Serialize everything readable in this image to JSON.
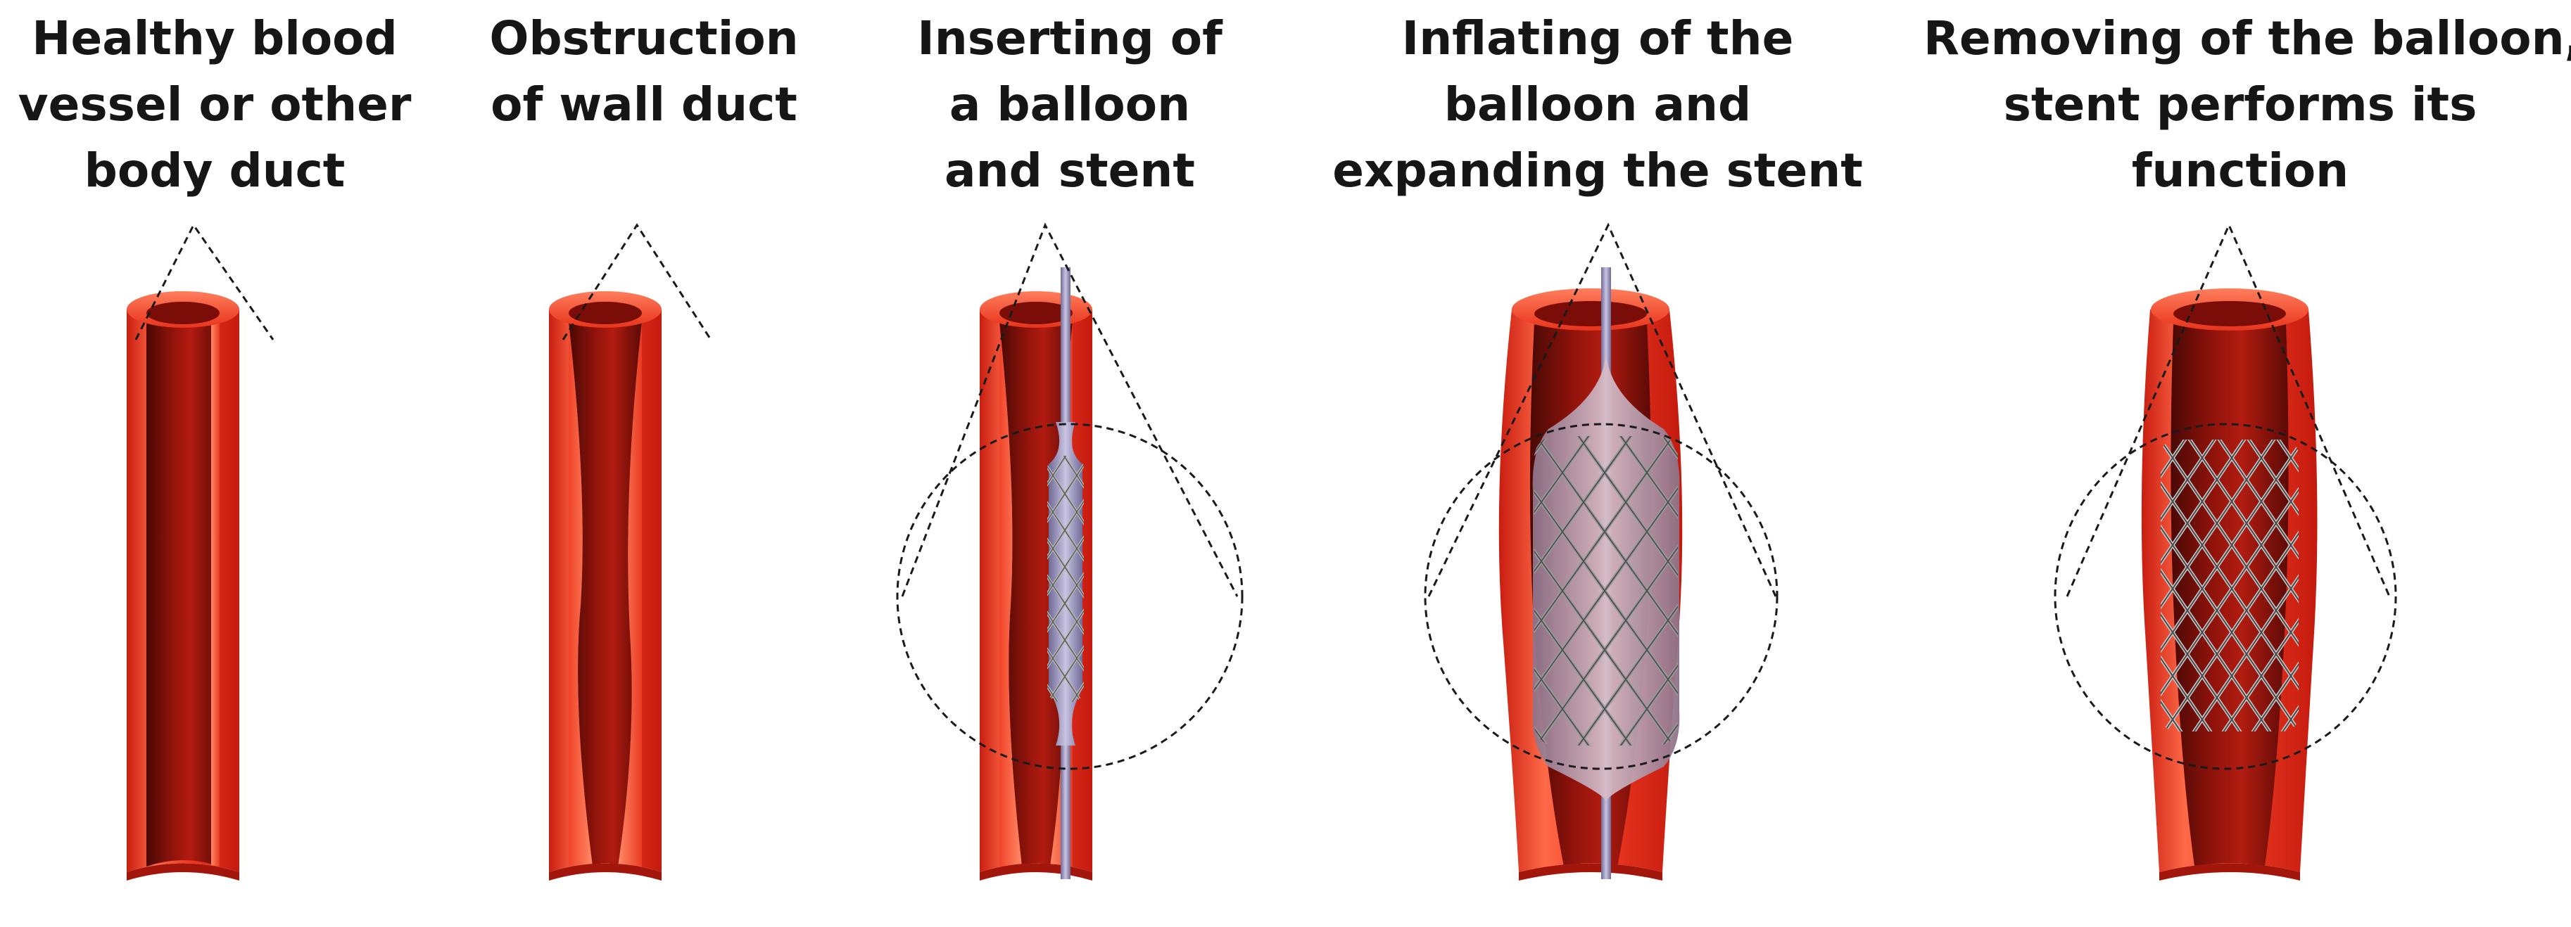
{
  "stages": [
    {
      "id": "healthy",
      "caption_lines": [
        "Healthy blood",
        "vessel or other",
        "body duct"
      ]
    },
    {
      "id": "obstruction",
      "caption_lines": [
        "Obstruction",
        "of wall duct"
      ]
    },
    {
      "id": "inserting",
      "caption_lines": [
        "Inserting of",
        "a balloon",
        "and stent"
      ]
    },
    {
      "id": "inflating",
      "caption_lines": [
        "Inflating of the",
        "balloon and",
        "expanding the stent"
      ]
    },
    {
      "id": "removing",
      "caption_lines": [
        "Removing of the balloon,",
        "stent performs its",
        "function"
      ]
    }
  ],
  "colors": {
    "vessel_outer": "#e8331c",
    "vessel_highlight": "#ff7a55",
    "lumen_dark": "#5a0a06",
    "lumen_mid": "#a9180e",
    "catheter": "#8d86b3",
    "balloon": "#b597a8",
    "stent": "#8a8a8a",
    "callout_line": "#1a1a1a"
  }
}
